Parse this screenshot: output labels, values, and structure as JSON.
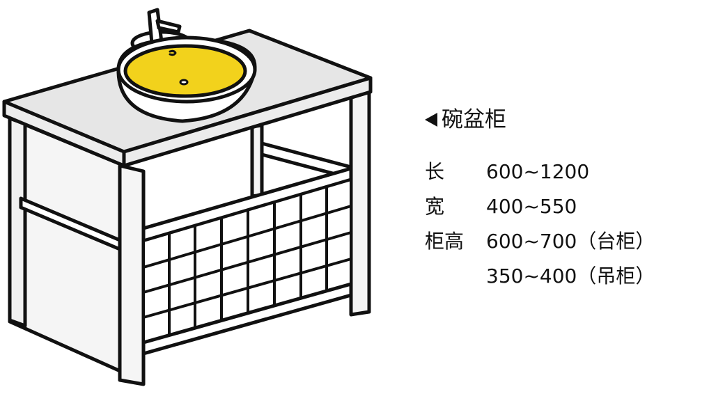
{
  "title": "碗盆柜",
  "specs": [
    {
      "label": "长",
      "value": "600~1200"
    },
    {
      "label": "宽",
      "value": "400~550"
    },
    {
      "label": "柜高",
      "value": "600~700（台柜）"
    },
    {
      "label": "",
      "value": "350~400（吊柜）"
    }
  ],
  "colors": {
    "basin_fill": "#f2d21c",
    "outline": "#111111",
    "countertop": "#e6e6e6",
    "panel": "#f2f2f2"
  },
  "icons": [
    "left-triangle-arrow-icon"
  ]
}
